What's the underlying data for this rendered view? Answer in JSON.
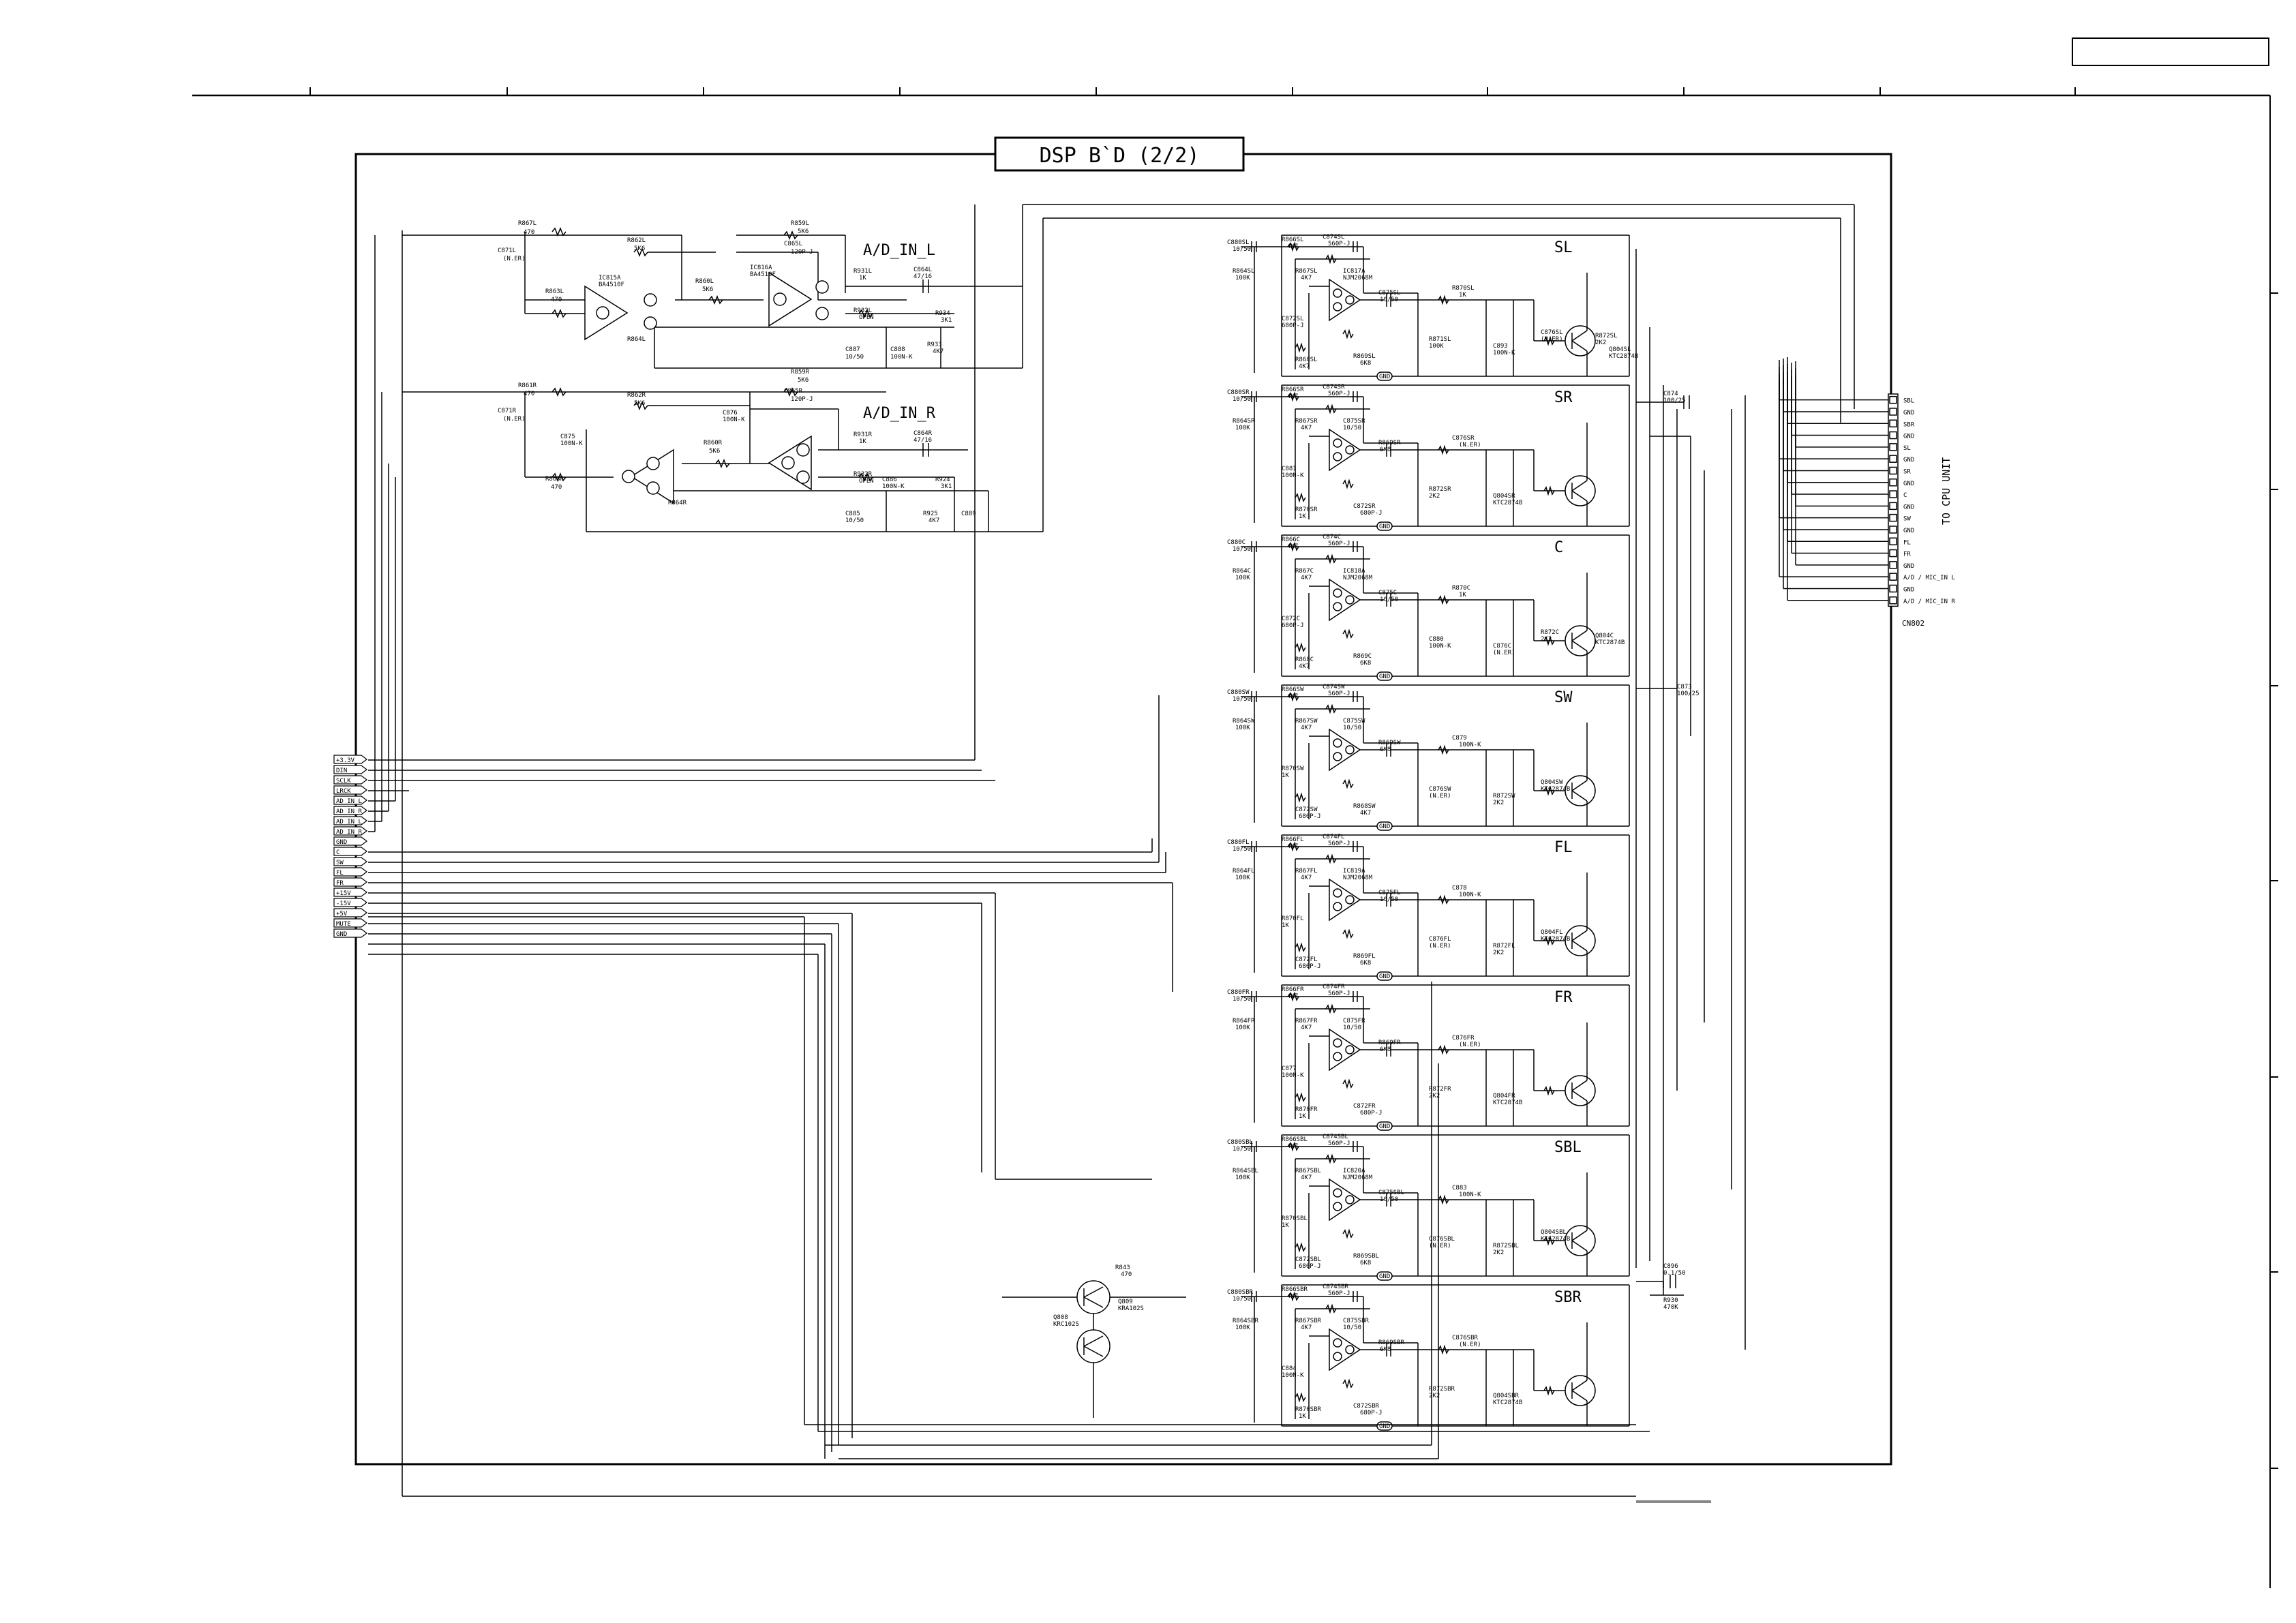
{
  "title": "DSP B`D (2/2)",
  "adc": {
    "in_l": "A/D_IN_L",
    "in_r": "A/D_IN_R",
    "parts_l": [
      "R867L",
      "470",
      "C871L",
      "(N.ER)",
      "R863L",
      "470",
      "IC815A",
      "BA4510F",
      "R862L",
      "5K6",
      "R859L",
      "5K6",
      "C865L",
      "120P-J",
      "IC816A",
      "BA4510F",
      "R860L",
      "5K6",
      "R864L",
      "R931L",
      "1K",
      "R932L",
      "OPEN",
      "C864L",
      "47/16",
      "R934",
      "3K1",
      "R933",
      "4K7",
      "C887",
      "10/50",
      "C888",
      "100N-K"
    ],
    "parts_r": [
      "R861R",
      "470",
      "C871R",
      "(N.ER)",
      "R863R",
      "470",
      "C875",
      "100N-K",
      "R862R",
      "5K6",
      "R859R",
      "5K6",
      "C865R",
      "120P-J",
      "C876",
      "100N-K",
      "R860R",
      "5K6",
      "R864R",
      "R931R",
      "1K",
      "R932R",
      "OPEN",
      "C864R",
      "47/16",
      "R924",
      "3K1",
      "R925",
      "4K7",
      "C885",
      "10/50",
      "C886",
      "100N-K",
      "C889"
    ]
  },
  "channels": [
    {
      "name": "SL",
      "parts": [
        "C880SL",
        "10/50",
        "R864SL",
        "100K",
        "R866SL",
        "4K7",
        "C874SL",
        "560P-J",
        "R867SL",
        "4K7",
        "IC817A",
        "NJM2068M",
        "C875SL",
        "10/50",
        "R869SL",
        "6K8",
        "R868SL",
        "4K7",
        "C872SL",
        "680P-J",
        "R870SL",
        "1K",
        "R871SL",
        "100K",
        "C893",
        "100N-K",
        "C876SL",
        "(N.ER)",
        "R872SL",
        "2K2",
        "Q804SL",
        "KTC2874B"
      ]
    },
    {
      "name": "SR",
      "parts": [
        "C880SR",
        "10/50",
        "R864SR",
        "100K",
        "R866SR",
        "4K7",
        "C874SR",
        "560P-J",
        "R867SR",
        "4K7",
        "C875SR",
        "10/50",
        "R869SR",
        "6K8",
        "C872SR",
        "680P-J",
        "R870SR",
        "1K",
        "C881",
        "100N-K",
        "C876SR",
        "(N.ER)",
        "R872SR",
        "2K2",
        "Q804SR",
        "KTC2874B"
      ]
    },
    {
      "name": "C",
      "parts": [
        "C880C",
        "10/50",
        "R864C",
        "100K",
        "R866C",
        "4K7",
        "C874C",
        "560P-J",
        "R867C",
        "4K7",
        "IC818A",
        "NJM2068M",
        "C875C",
        "10/50",
        "R869C",
        "6K8",
        "R868C",
        "4K7",
        "C872C",
        "680P-J",
        "R870C",
        "1K",
        "C880",
        "100N-K",
        "C876C",
        "(N.ER)",
        "R872C",
        "2K2",
        "Q804C",
        "KTC2874B"
      ]
    },
    {
      "name": "SW",
      "parts": [
        "C880SW",
        "10/50",
        "R864SW",
        "100K",
        "R866SW",
        "4K7",
        "C874SW",
        "560P-J",
        "R867SW",
        "4K7",
        "C875SW",
        "10/50",
        "R869SW",
        "6K8",
        "R868SW",
        "4K7",
        "C872SW",
        "680P-J",
        "R870SW",
        "1K",
        "C879",
        "100N-K",
        "C876SW",
        "(N.ER)",
        "R872SW",
        "2K2",
        "Q804SW",
        "KTC2874B"
      ]
    },
    {
      "name": "FL",
      "parts": [
        "C880FL",
        "10/50",
        "R864FL",
        "100K",
        "R866FL",
        "4K7",
        "C874FL",
        "560P-J",
        "R867FL",
        "4K7",
        "IC819A",
        "NJM2068M",
        "C875FL",
        "10/50",
        "R869FL",
        "6K8",
        "C872FL",
        "680P-J",
        "R870FL",
        "1K",
        "C878",
        "100N-K",
        "C876FL",
        "(N.ER)",
        "R872FL",
        "2K2",
        "Q804FL",
        "KTC2874B"
      ]
    },
    {
      "name": "FR",
      "parts": [
        "C880FR",
        "10/50",
        "R864FR",
        "100K",
        "R866FR",
        "4K7",
        "C874FR",
        "560P-J",
        "R867FR",
        "4K7",
        "C875FR",
        "10/50",
        "R869FR",
        "6K8",
        "C872FR",
        "680P-J",
        "R870FR",
        "1K",
        "C877",
        "100N-K",
        "C876FR",
        "(N.ER)",
        "R872FR",
        "2K2",
        "Q804FR",
        "KTC2874B"
      ]
    },
    {
      "name": "SBL",
      "parts": [
        "C880SBL",
        "10/50",
        "R864SBL",
        "100K",
        "R866SBL",
        "4K7",
        "C874SBL",
        "560P-J",
        "R867SBL",
        "4K7",
        "IC820A",
        "NJM2068M",
        "C875SBL",
        "10/50",
        "R869SBL",
        "6K8",
        "C872SBL",
        "680P-J",
        "R870SBL",
        "1K",
        "C883",
        "100N-K",
        "C876SBL",
        "(N.ER)",
        "R872SBL",
        "2K2",
        "Q804SBL",
        "KTC2874B"
      ]
    },
    {
      "name": "SBR",
      "parts": [
        "C880SBR",
        "10/50",
        "R864SBR",
        "100K",
        "R866SBR",
        "4K7",
        "C874SBR",
        "560P-J",
        "R867SBR",
        "4K7",
        "C875SBR",
        "10/50",
        "R869SBR",
        "6K8",
        "C872SBR",
        "680P-J",
        "R870SBR",
        "1K",
        "C884",
        "100N-K",
        "C876SBR",
        "(N.ER)",
        "R872SBR",
        "2K2",
        "Q804SBR",
        "KTC2874B"
      ]
    }
  ],
  "connector": {
    "ref": "CN802",
    "pins": [
      "SBL",
      "GND",
      "SBR",
      "GND",
      "SL",
      "GND",
      "SR",
      "GND",
      "C",
      "GND",
      "SW",
      "GND",
      "FL",
      "FR",
      "GND",
      "A/D / MIC_IN L",
      "GND",
      "A/D / MIC_IN R"
    ],
    "side_label": "TO CPU UNIT"
  },
  "left_ports": [
    "+3.3V",
    "DIN",
    "SCLK",
    "LRCK",
    "AD_IN_L",
    "AD_IN_R",
    "AD_IN_L",
    "AD_IN_R",
    "GND",
    "C",
    "SW",
    "FL",
    "FR",
    "+15V",
    "-15V",
    "+5V",
    "MUTE",
    "GND"
  ],
  "gnd_label": "GND",
  "misc": [
    "R843",
    "470",
    "Q809",
    "KRA102S",
    "Q808",
    "KRC102S",
    "C874",
    "100/25",
    "C873",
    "100/25",
    "C896",
    "0.1/50",
    "R930",
    "470K"
  ]
}
